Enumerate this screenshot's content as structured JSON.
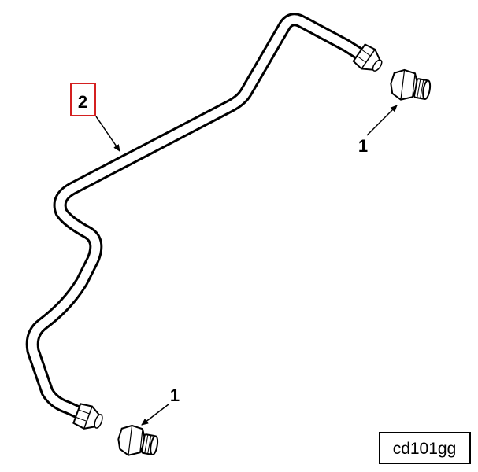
{
  "callouts": {
    "pipe": "2",
    "fitting_upper": "1",
    "fitting_lower": "1"
  },
  "figure_code": "cd101gg",
  "colors": {
    "line": "#000000",
    "background": "#ffffff",
    "highlight_box": "#d42020"
  }
}
